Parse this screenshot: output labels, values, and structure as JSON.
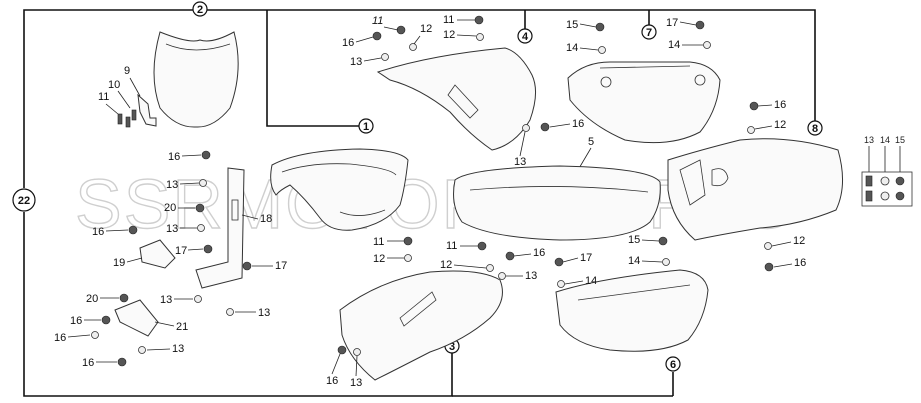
{
  "watermark": "SSRMOTORSPORTS",
  "assembly": {
    "number": "22"
  },
  "callouts": {
    "c1": "1",
    "c2": "2",
    "c3": "3",
    "c4": "4",
    "c5": "5",
    "c6": "6",
    "c7": "7",
    "c8": "8"
  },
  "labels": {
    "l9": "9",
    "l10": "10",
    "l11a": "11",
    "l16a": "16",
    "l13a": "13",
    "l20a": "20",
    "l13b": "13",
    "l16b": "16",
    "l17a": "17",
    "l18": "18",
    "l19": "19",
    "l17b": "17",
    "l20b": "20",
    "l13c": "13",
    "l13d": "13",
    "l16c": "16",
    "l21": "21",
    "l16d": "16",
    "l13e": "13",
    "l13f": "13",
    "l11b": "11",
    "l16e": "16",
    "l12a": "12",
    "l13g": "13",
    "l11c": "11",
    "l12b": "12",
    "l15a": "15",
    "l14a": "14",
    "l17c": "17",
    "l14b": "14",
    "l16f": "16",
    "l13h": "13",
    "l11d": "11",
    "l12c": "12",
    "l11e": "11",
    "l12d": "12",
    "l16g": "16",
    "l13i": "13",
    "l16h": "16",
    "l13j": "13",
    "l17d": "17",
    "l14c": "14",
    "l15b": "15",
    "l14d": "14",
    "l16i": "16",
    "l12e": "12",
    "l12f": "12",
    "l16j": "16"
  },
  "legend": {
    "h1": "13",
    "h2": "14",
    "h3": "15"
  }
}
